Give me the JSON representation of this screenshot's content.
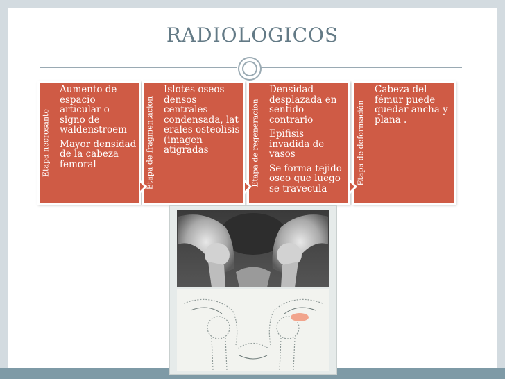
{
  "title": "RADIOLOGICOS",
  "stages": [
    {
      "title": "Etapa necrosante",
      "lines": [
        "Aumento de espacio articular o signo de waldenstroem",
        "Mayor densidad de la cabeza femoral"
      ]
    },
    {
      "title": "Etapa de fragmentacion",
      "lines": [
        "Islotes oseos densos centrales condensada, lat erales osteolisis (imagen atigradas"
      ]
    },
    {
      "title": "Etapa de regeneracion",
      "lines": [
        "Densidad desplazada en sentido contrario",
        "Epifisis invadida de vasos",
        "Se forma tejido oseo que luego se travecula"
      ]
    },
    {
      "title": "Etapa de deformación",
      "lines": [
        "Cabeza del fémur puede quedar ancha y plana ."
      ]
    }
  ],
  "colors": {
    "stage_fill": "#cf5b45",
    "title_color": "#637a86",
    "frame": "#d3dbe0"
  },
  "image": {
    "description": "Radiografía y esquema de cadera (pelvis)"
  }
}
